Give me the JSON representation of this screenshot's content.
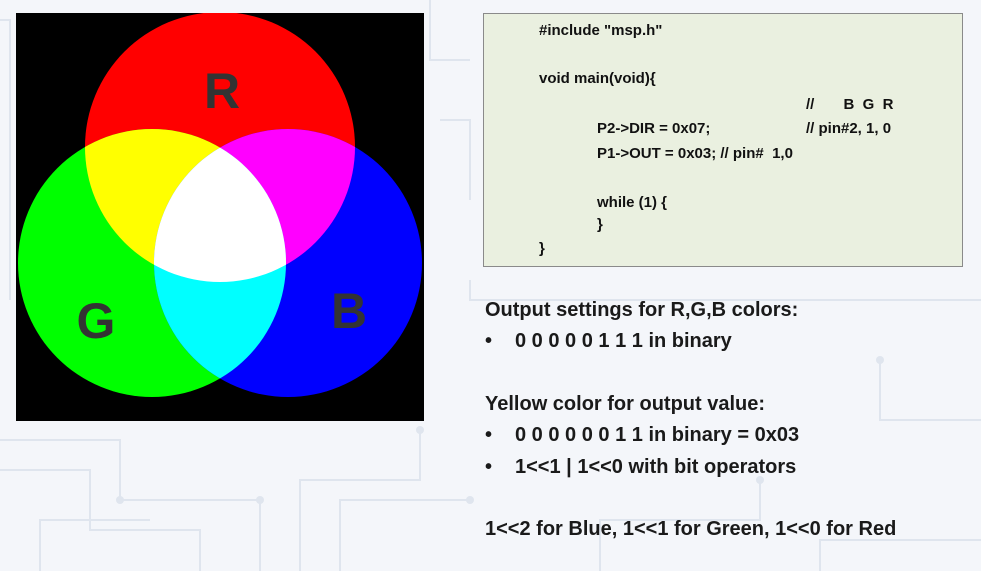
{
  "diagram": {
    "labels": {
      "red": "R",
      "green": "G",
      "blue": "B"
    },
    "colors": {
      "red": "#ff0000",
      "green": "#00ff00",
      "blue": "#0000ff",
      "yellow": "#ffff00",
      "magenta": "#ff00ff",
      "cyan": "#00ffff",
      "white": "#ffffff",
      "background": "#000000"
    }
  },
  "code": {
    "lines": [
      "#include \"msp.h\"",
      "void main(void){",
      "//       B  G  R",
      "P2->DIR = 0x07;",
      "// pin#2, 1, 0",
      "P1->OUT = 0x03; // pin#  1,0",
      "while (1) {",
      "}",
      "}"
    ]
  },
  "notes": {
    "output_heading": "Output settings for R,G,B colors:",
    "output_bullet_1": "0 0 0 0 0 1 1 1 in binary",
    "yellow_heading": "Yellow color for output value:",
    "yellow_bullet_1": "0 0 0 0 0 0 1 1 in binary = 0x03",
    "yellow_bullet_2": "1<<1 | 1<<0 with bit operators",
    "summary": "1<<2 for Blue, 1<<1 for Green, 1<<0 for Red",
    "bullet_glyph": "•"
  }
}
